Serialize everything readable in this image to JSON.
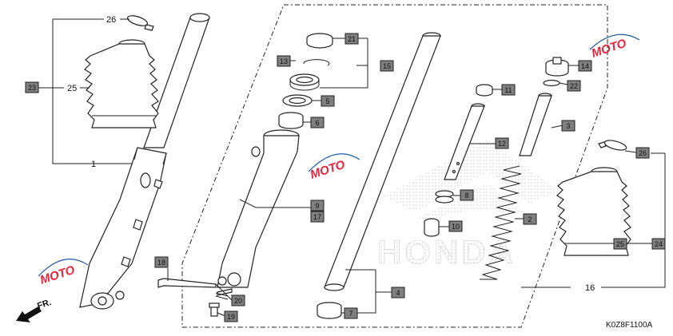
{
  "diagram_code": "K0Z8F1100A",
  "direction_label": "FR.",
  "brand_mark": "HONDA",
  "watermark": "MOTO",
  "callouts": {
    "c1": "1",
    "c2": "2",
    "c3": "3",
    "c4": "4",
    "c5": "5",
    "c6": "6",
    "c7": "7",
    "c8": "8",
    "c9": "9",
    "c10": "10",
    "c11": "11",
    "c12": "12",
    "c13": "13",
    "c14": "14",
    "c15": "15",
    "c16": "16",
    "c17": "17",
    "c18": "18",
    "c19": "19",
    "c20": "20",
    "c21": "21",
    "c22": "22",
    "c23": "23",
    "c24": "24",
    "c25a": "25",
    "c25b": "25",
    "c26a": "26",
    "c26b": "26"
  },
  "colors": {
    "box_fill": "#7f7f7f",
    "box_highlight": "#ff3030",
    "watermark": "#e8233a",
    "dots": "#bbbbbb"
  }
}
